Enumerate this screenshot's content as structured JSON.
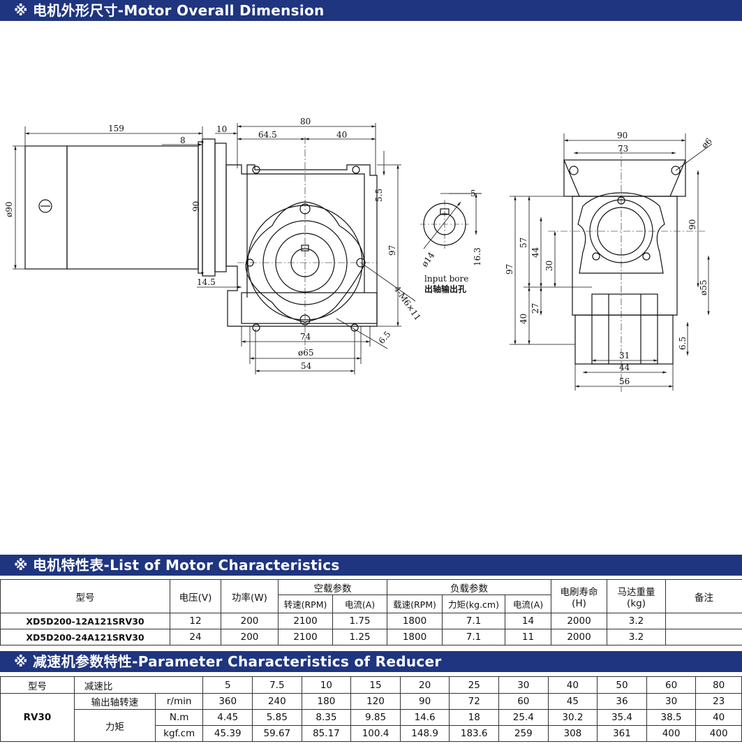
{
  "sections": {
    "dimension_title": "※ 电机外形尺寸-Motor Overall Dimension",
    "motor_title": "※ 电机特性表-List of Motor Characteristics",
    "reducer_title": "※ 减速机参数特性-Parameter Characteristics of Reducer"
  },
  "drawing": {
    "dims": {
      "d159": "159",
      "d10": "10",
      "d80": "80",
      "d8": "8",
      "d645": "64.5",
      "d40top": "40",
      "d90vert": "90",
      "dphi90": "ø90",
      "d55": "5.5",
      "d97": "97",
      "d145": "14.5",
      "d4m6": "4-M6×11",
      "d74": "74",
      "dphi65": "ø65",
      "d54": "54",
      "d65": "6.5",
      "bore5": "5",
      "bore163": "16.3",
      "borephi14": "ø14",
      "r90top": "90",
      "r73": "73",
      "rphi6": "ø6",
      "r90v": "90",
      "r97": "97",
      "r57": "57",
      "r44v": "44",
      "r30": "30",
      "r27": "27",
      "r40": "40",
      "rphi55": "ø55",
      "r65": "6.5",
      "r31": "31",
      "r44h": "44",
      "r56": "56"
    },
    "bore_label_en": "lnput bore",
    "bore_label_cn": "出轴输出孔"
  },
  "motor_table": {
    "headers": {
      "model": "型号",
      "voltage": "电压(V)",
      "power": "功率(W)",
      "noload": "空载参数",
      "load": "负载参数",
      "speed_noload": "转速(RPM)",
      "current_noload": "电流(A)",
      "speed_load": "载速(RPM)",
      "torque": "力矩(kg.cm)",
      "current_load": "电流(A)",
      "brush_life": "电刷寿命",
      "brush_unit": "(H)",
      "weight": "马达重量",
      "weight_unit": "(kg)",
      "remark": "备注"
    },
    "rows": [
      {
        "model": "XD5D200-12A121SRV30",
        "voltage": "12",
        "power": "200",
        "nl_speed": "2100",
        "nl_current": "1.75",
        "l_speed": "1800",
        "torque": "7.1",
        "l_current": "14",
        "life": "2000",
        "weight": "3.2",
        "remark": ""
      },
      {
        "model": "XD5D200-24A121SRV30",
        "voltage": "24",
        "power": "200",
        "nl_speed": "2100",
        "nl_current": "1.25",
        "l_speed": "1800",
        "torque": "7.1",
        "l_current": "11",
        "life": "2000",
        "weight": "3.2",
        "remark": ""
      }
    ]
  },
  "reducer_table": {
    "model_label": "型号",
    "ratio_label": "减速比",
    "model": "RV30",
    "speed_label": "输出轴转速",
    "speed_unit": "r/min",
    "torque_label": "力矩",
    "torque_unit_nm": "N.m",
    "torque_unit_kgf": "kgf.cm",
    "ratios": [
      "5",
      "7.5",
      "10",
      "15",
      "20",
      "25",
      "30",
      "40",
      "50",
      "60",
      "80"
    ],
    "speeds": [
      "360",
      "240",
      "180",
      "120",
      "90",
      "72",
      "60",
      "45",
      "36",
      "30",
      "23"
    ],
    "torque_nm": [
      "4.45",
      "5.85",
      "8.35",
      "9.85",
      "14.6",
      "18",
      "25.4",
      "30.2",
      "35.4",
      "38.5",
      "40"
    ],
    "torque_kgf": [
      "45.39",
      "59.67",
      "85.17",
      "100.4",
      "148.9",
      "183.6",
      "259",
      "308",
      "361",
      "400",
      "400"
    ]
  }
}
